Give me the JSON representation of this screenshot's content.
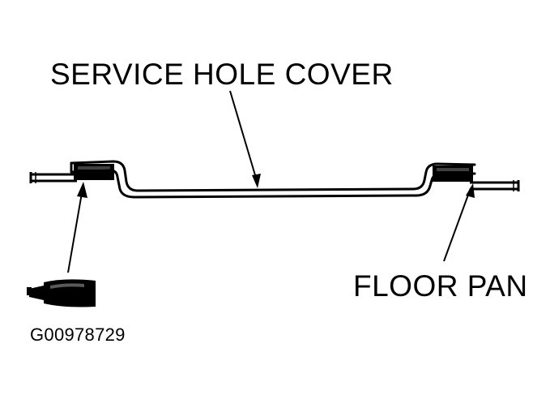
{
  "labels": {
    "service_hole_cover": "SERVICE HOLE COVER",
    "floor_pan": "FLOOR PAN",
    "figure_id": "G00978729"
  },
  "colors": {
    "ink": "#000000",
    "background": "#ffffff"
  },
  "icons": {
    "sealant_tube": "sealant-tube-icon"
  }
}
